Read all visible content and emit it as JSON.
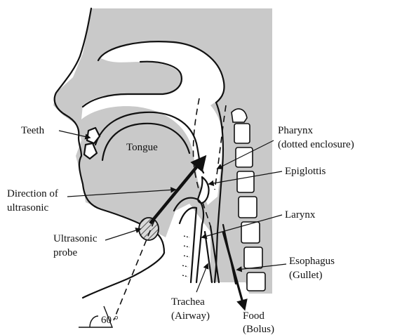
{
  "colors": {
    "tissue": "#c9c9c9",
    "ink": "#111111",
    "background": "#ffffff"
  },
  "labels": {
    "teeth": "Teeth",
    "tongue": "Tongue",
    "direction": [
      "Direction of",
      "ultrasonic"
    ],
    "probe": [
      "Ultrasonic",
      "probe"
    ],
    "pharynx": [
      "Pharynx",
      "(dotted enclosure)"
    ],
    "epiglottis": "Epiglottis",
    "larynx": "Larynx",
    "esophagus": [
      "Esophagus",
      "(Gullet)"
    ],
    "trachea": [
      "Trachea",
      "(Airway)"
    ],
    "food": [
      "Food",
      "(Bolus)"
    ],
    "angle": "60 °"
  }
}
